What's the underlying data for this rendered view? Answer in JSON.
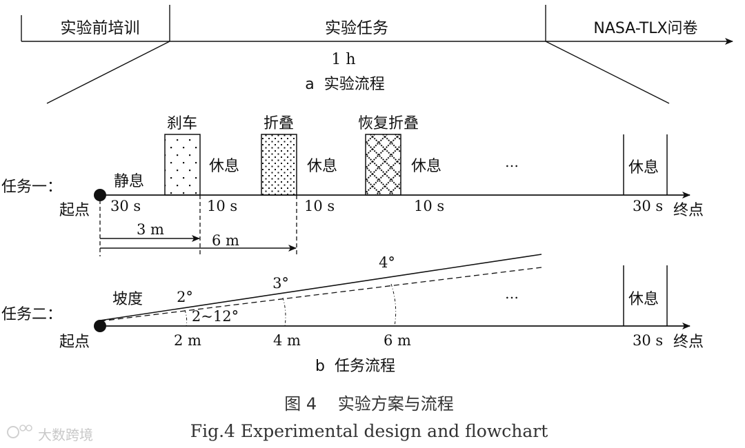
{
  "timeline": {
    "phases": [
      {
        "label": "实验前培训"
      },
      {
        "label": "实验任务"
      },
      {
        "label": "NASA-TLX问卷"
      }
    ],
    "duration": "1 h",
    "subcaption": "a  实验流程"
  },
  "task1": {
    "label": "任务一：",
    "start_label": "起点",
    "end_label": "终点",
    "segments": [
      {
        "label": "静息",
        "time": "30 s"
      },
      {
        "label": "刹车",
        "pattern": "sparse-dots"
      },
      {
        "label": "休息",
        "time": "10 s"
      },
      {
        "label": "折叠",
        "pattern": "dense-dots"
      },
      {
        "label": "休息",
        "time": "10 s"
      },
      {
        "label": "恢复折叠",
        "pattern": "crosshatch"
      },
      {
        "label": "休息",
        "time": "10 s"
      },
      {
        "label": "…"
      },
      {
        "label": "休息",
        "time": "30 s"
      }
    ],
    "distances": [
      {
        "label": "3 m"
      },
      {
        "label": "6 m"
      }
    ]
  },
  "task2": {
    "label": "任务二：",
    "start_label": "起点",
    "end_label": "终点",
    "slope_label": "坡度",
    "slope_range": "2~12°",
    "angles": [
      "2°",
      "3°",
      "4°"
    ],
    "distances": [
      "2 m",
      "4 m",
      "6 m"
    ],
    "ellipsis": "…",
    "rest_label": "休息",
    "rest_time": "30 s",
    "subcaption": "b  任务流程"
  },
  "caption": {
    "zh": "图 4    实验方案与流程",
    "en": "Fig.4 Experimental design and flowchart"
  },
  "watermark": "大数跨境"
}
